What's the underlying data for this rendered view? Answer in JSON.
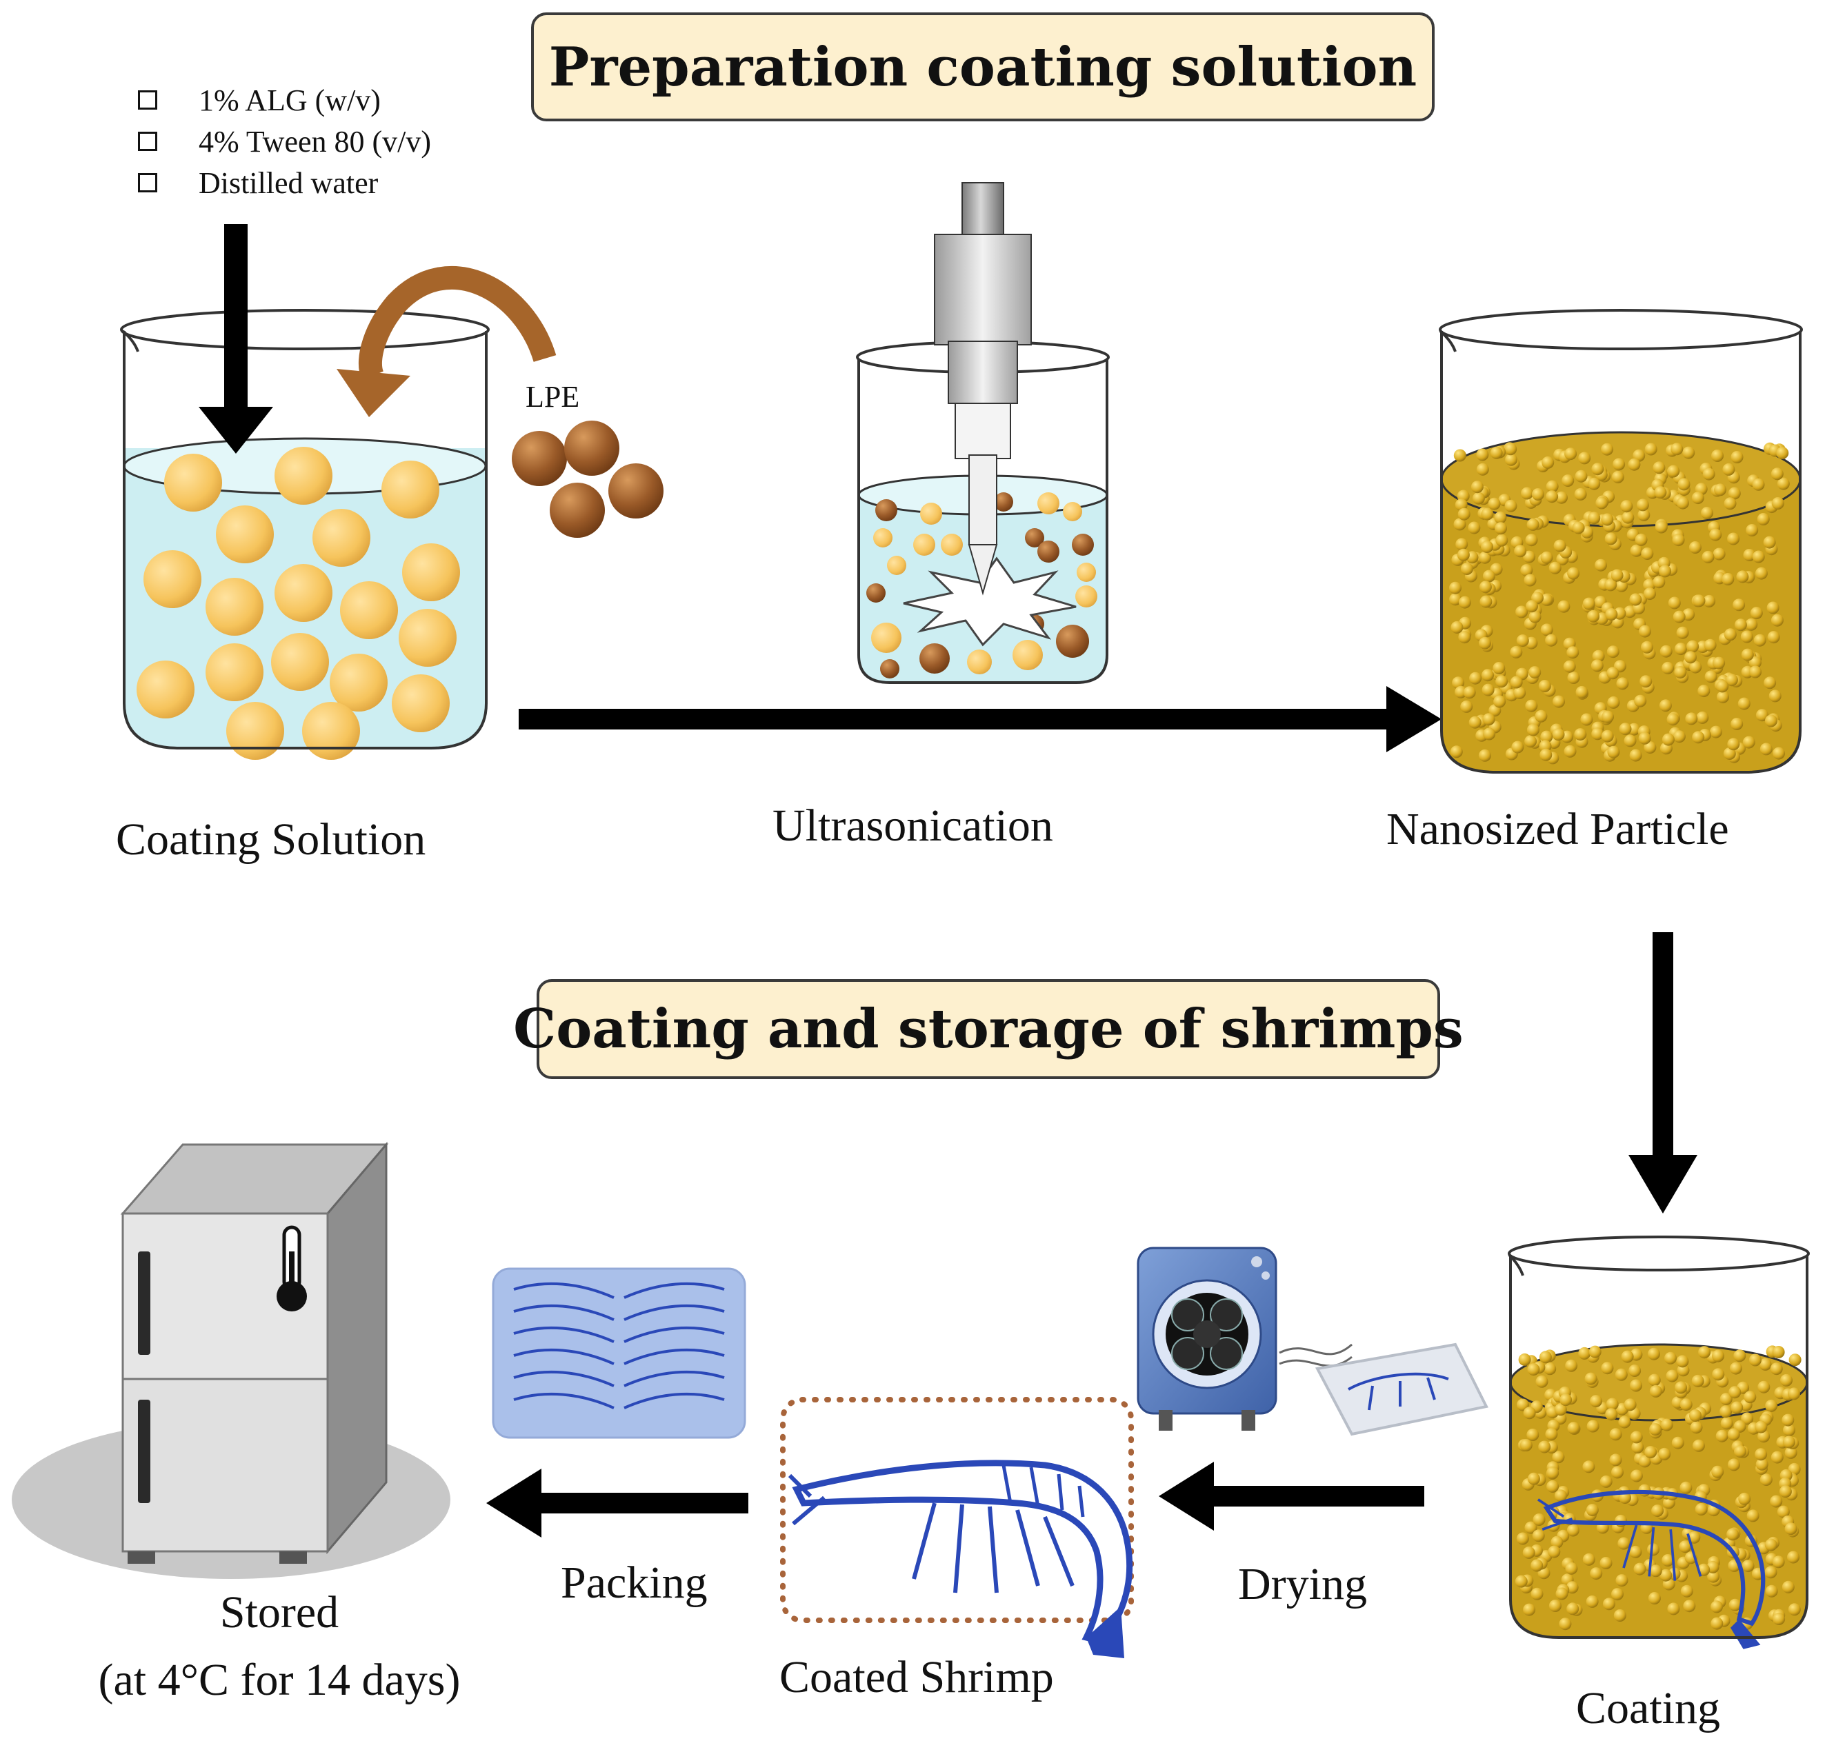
{
  "titles": {
    "preparation": "Preparation coating solution",
    "coating_storage": "Coating and storage of shrimps"
  },
  "ingredients": [
    "1% ALG (w/v)",
    "4% Tween 80 (v/v)",
    "Distilled water"
  ],
  "labels": {
    "lpe": "LPE",
    "coating_solution": "Coating Solution",
    "ultrasonication": "Ultrasonication",
    "nanosized_particle": "Nanosized Particle",
    "coating": "Coating",
    "drying": "Drying",
    "coated_shrimp": "Coated Shrimp",
    "packing": "Packing",
    "stored_line1": "Stored",
    "stored_line2": "(at 4°C for 14 days)"
  },
  "colors": {
    "title_fill": "#fdf0cf",
    "water": "#cdeef2",
    "bead": "#f6c45c",
    "lpe_ball": "#9a5a28",
    "nano_liquid": "#c9a01c",
    "shrimp": "#2a48b8",
    "fridge_front": "#e6e6e6",
    "fridge_side": "#8e8e8e"
  }
}
